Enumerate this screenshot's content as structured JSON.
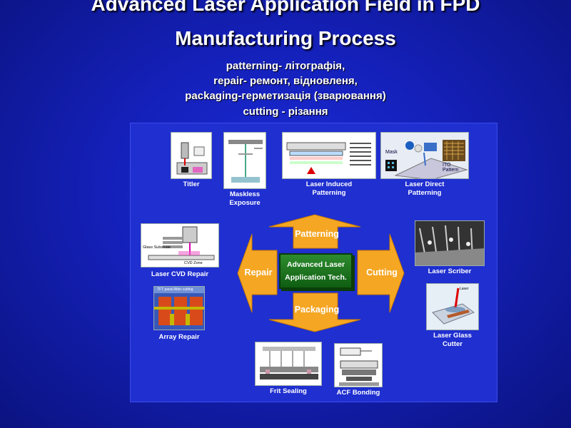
{
  "title": {
    "line1": "Advanced Laser Application Field in FPD",
    "line2": "Manufacturing Process"
  },
  "subtitle": [
    "patterning- літографія,",
    "repair- ремонт, відновленя,",
    "packaging-герметизація (зварювання)",
    "cutting - різання"
  ],
  "diagram": {
    "center_line1": "Advanced Laser",
    "center_line2": "Application Tech.",
    "arrows": {
      "top": "Patterning",
      "left": "Repair",
      "right": "Cutting",
      "bottom": "Packaging"
    },
    "items": {
      "titler": "Titler",
      "maskless_1": "Maskless",
      "maskless_2": "Exposure",
      "lip_1": "Laser Induced",
      "lip_2": "Patterning",
      "ldp_1": "Laser Direct",
      "ldp_2": "Patterning",
      "cvd": "Laser CVD Repair",
      "array": "Array Repair",
      "scriber": "Laser Scriber",
      "glass_1": "Laser Glass",
      "glass_2": "Cutter",
      "frit": "Frit Sealing",
      "acf": "ACF Bonding"
    },
    "thumb_text": {
      "mask": "Mask",
      "ito": "ITO Pattern",
      "tft": "TFT panel  After cutting",
      "cvd_zone": "CVD Zone",
      "glass_substrate": "Glass Substrate",
      "laser": "Laser"
    },
    "colors": {
      "arrow": "#f5a623",
      "center": "#1e7a1e",
      "panel": "#1f2fd0"
    }
  }
}
